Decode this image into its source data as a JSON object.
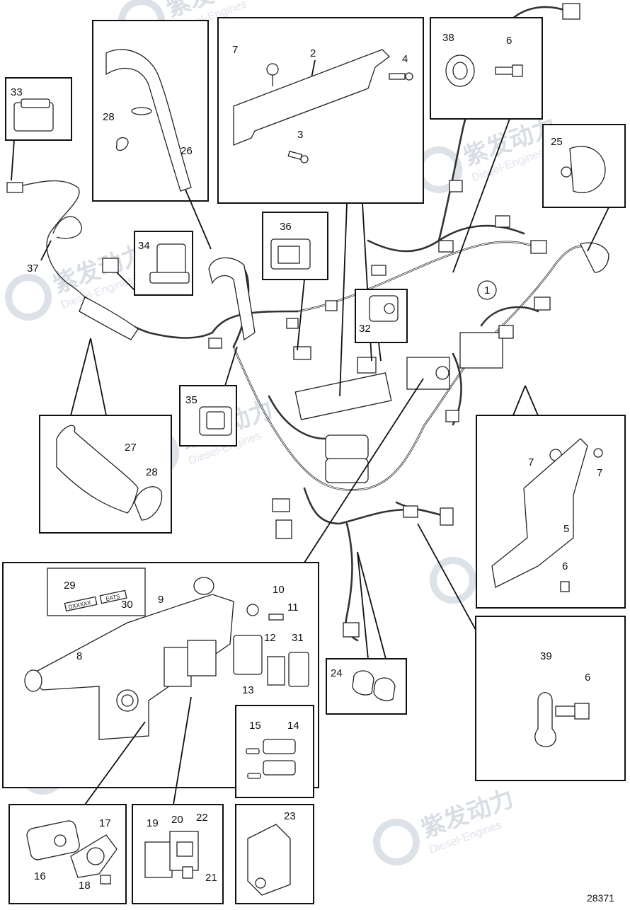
{
  "drawing_number": "28371",
  "watermark": {
    "text_cn": "紫发动力",
    "text_en": "Diesel-Engines"
  },
  "callouts": [
    "1",
    "2",
    "3",
    "4",
    "5",
    "6",
    "7",
    "8",
    "9",
    "10",
    "11",
    "12",
    "13",
    "14",
    "15",
    "16",
    "17",
    "18",
    "19",
    "20",
    "21",
    "22",
    "23",
    "24",
    "25",
    "26",
    "27",
    "28",
    "29",
    "30",
    "31",
    "32",
    "33",
    "34",
    "35",
    "36",
    "37",
    "38",
    "39"
  ],
  "decals": {
    "decal_29": "DXXXXX",
    "decal_30": "EATS"
  }
}
